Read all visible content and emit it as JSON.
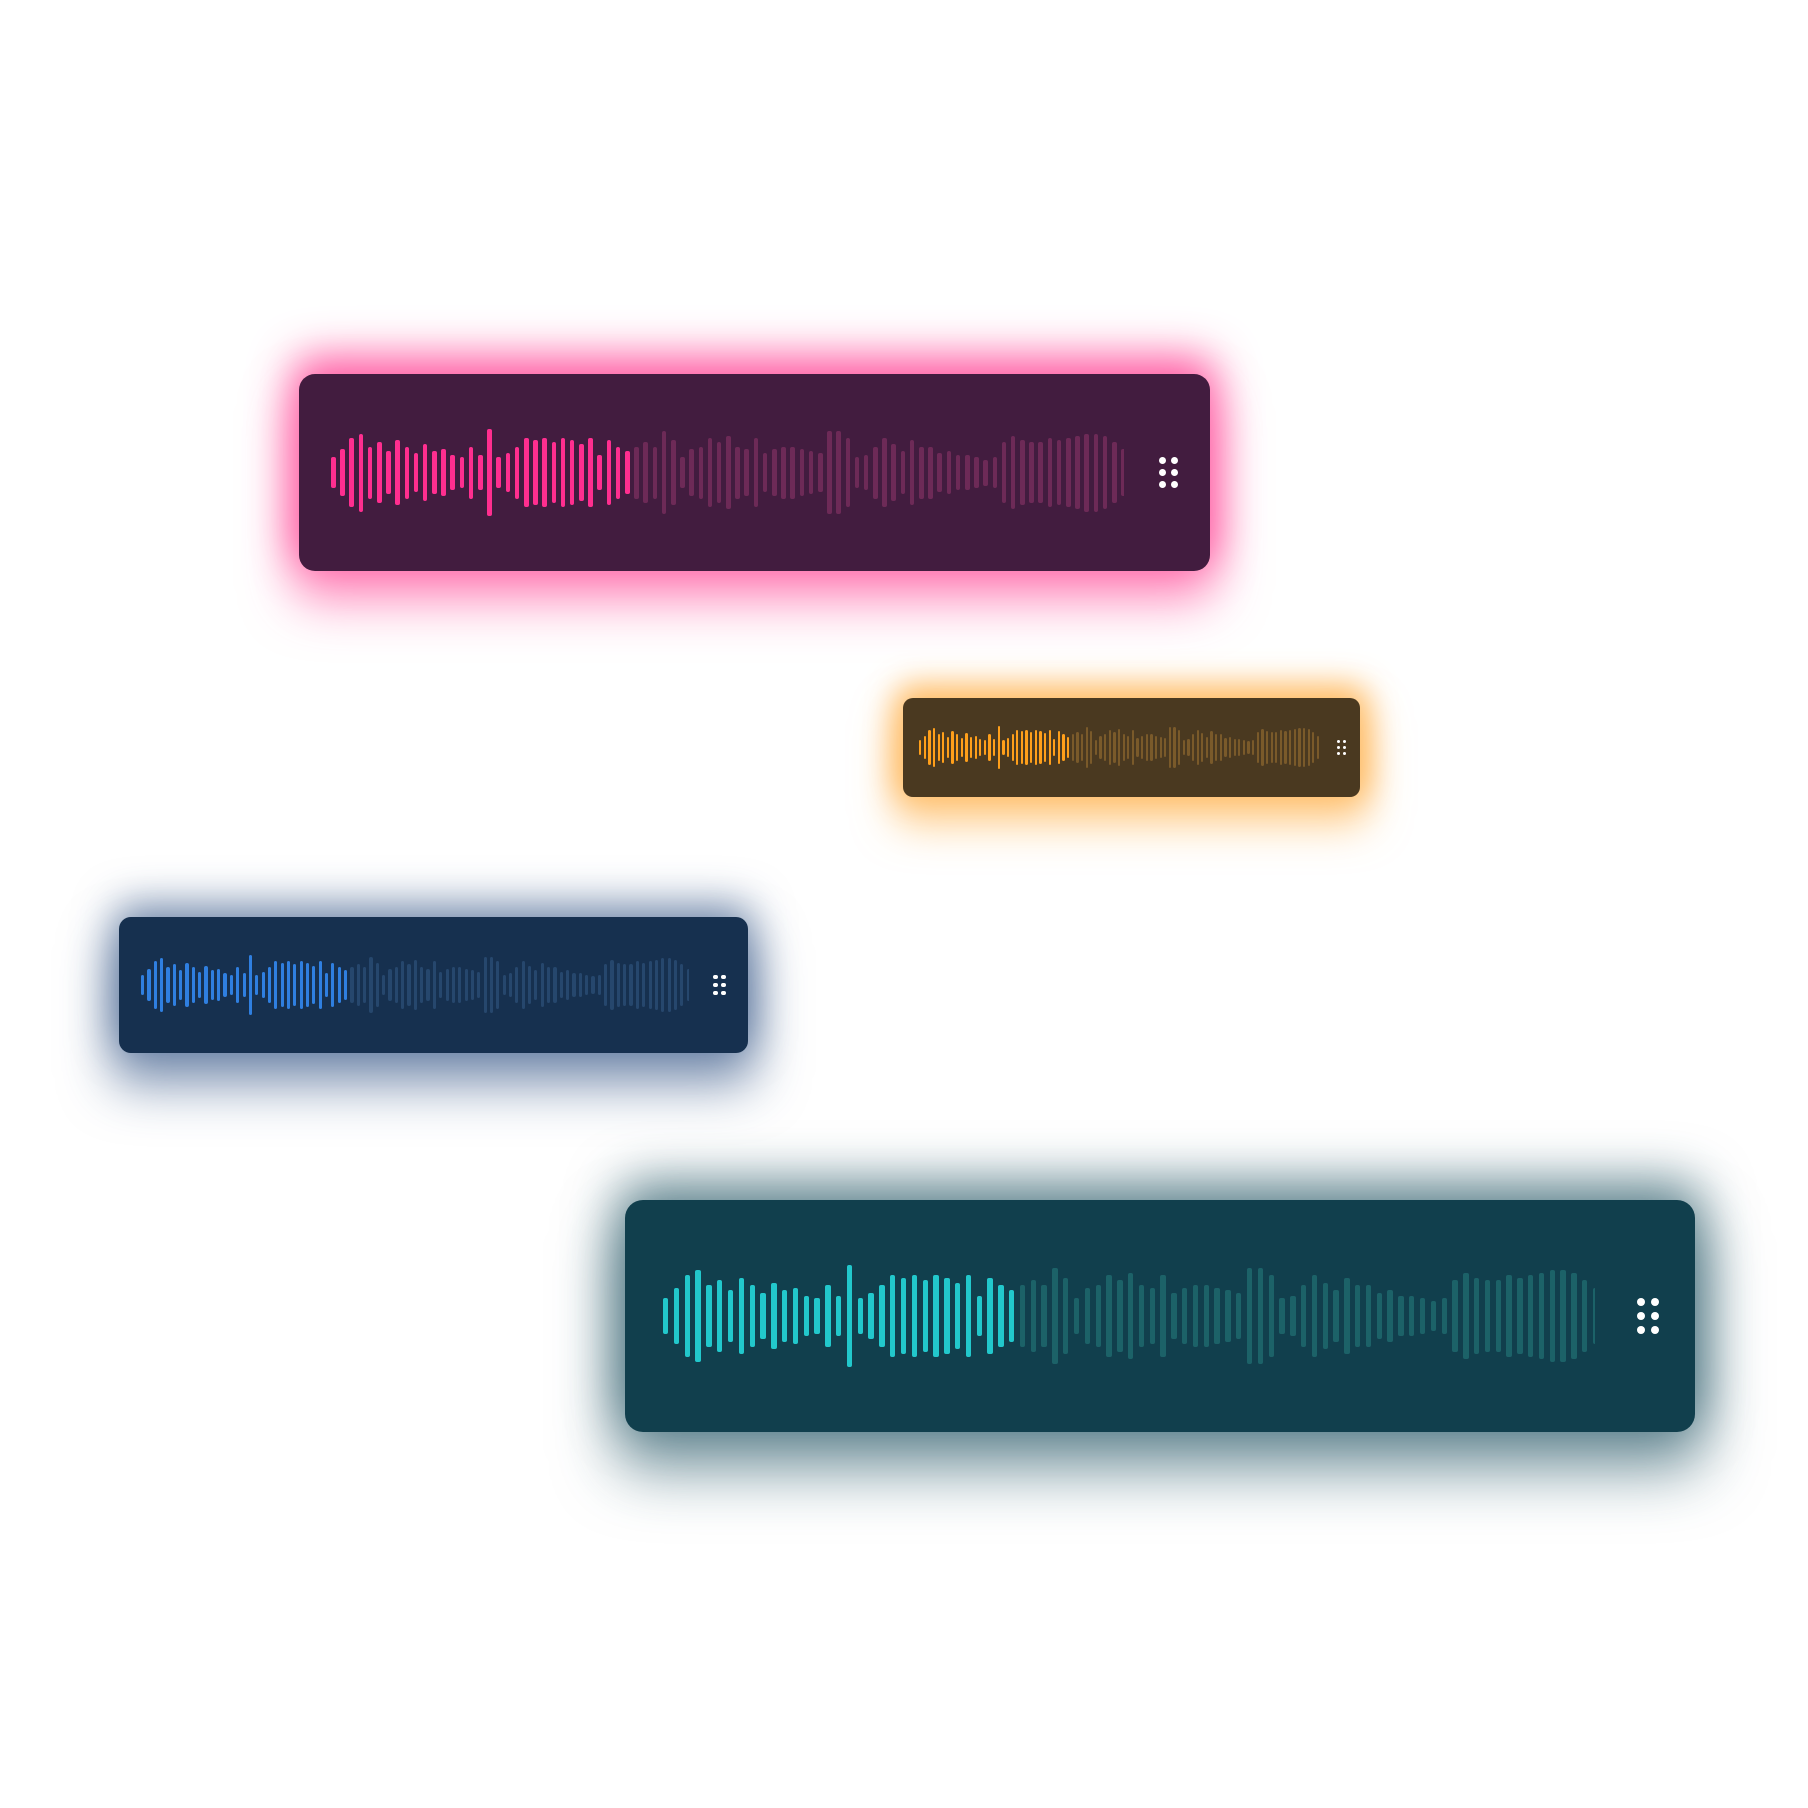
{
  "players": [
    {
      "id": "pink",
      "background": "#421c3f",
      "accent": "#ff2e8f",
      "accent_dim": "#6d2a57",
      "progress": 0.36,
      "handle_icon": "drag-handle-icon"
    },
    {
      "id": "orange",
      "background": "#4a3920",
      "accent": "#ff9f1a",
      "accent_dim": "#7a5a2a",
      "progress": 0.36,
      "handle_icon": "drag-handle-icon"
    },
    {
      "id": "blue",
      "background": "#16304f",
      "accent": "#2f7fe0",
      "accent_dim": "#26476d",
      "progress": 0.36,
      "handle_icon": "drag-handle-icon"
    },
    {
      "id": "teal",
      "background": "#113f4d",
      "accent": "#22c8cc",
      "accent_dim": "#1c6268",
      "progress": 0.36,
      "handle_icon": "drag-handle-icon"
    }
  ]
}
